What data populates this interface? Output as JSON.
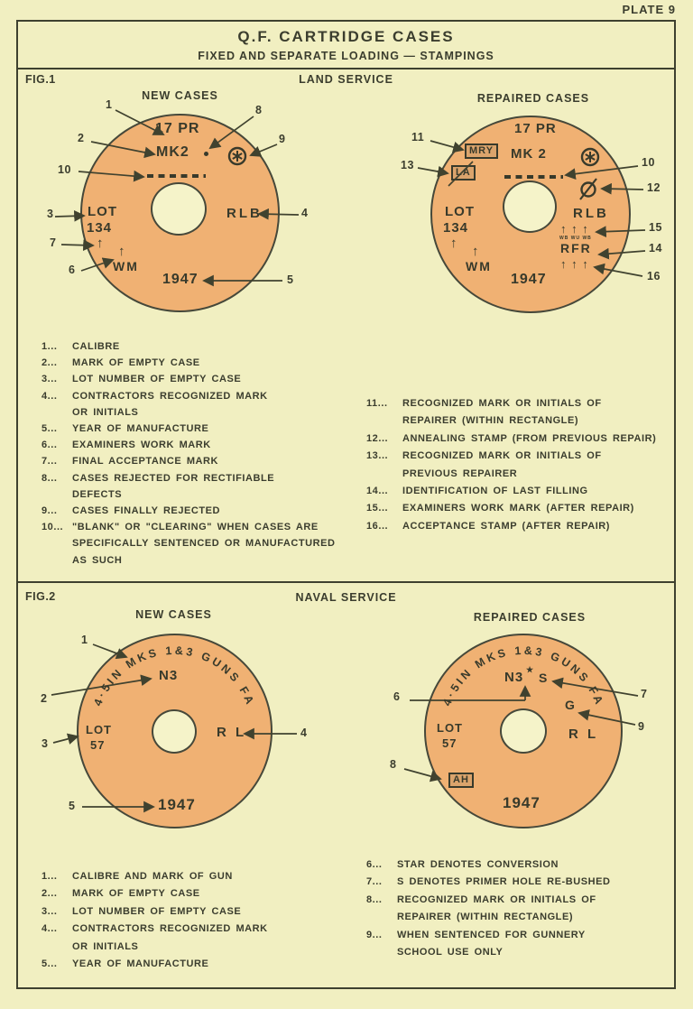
{
  "plate_label": "PLATE 9",
  "title": {
    "line1": "Q.F. CARTRIDGE  CASES",
    "line2": "FIXED AND SEPARATE LOADING   —   STAMPINGS"
  },
  "icons": {
    "finally_rejected": "circled-asterisk-stamp",
    "annealing": "slashed-circle-stamp",
    "rejected_rectifiable": "punch-dot",
    "clearing": "dashed-line"
  },
  "fig1": {
    "fig_label": "FIG.1",
    "service": "LAND SERVICE",
    "new_heading": "NEW CASES",
    "repaired_heading": "REPAIRED CASES",
    "new": {
      "calibre": "17 PR",
      "mark": "MK2",
      "lot_word": "LOT",
      "lot_num": "134",
      "contractor": "RLB",
      "broad_arrow": "↑",
      "examiner": "WM",
      "year": "1947",
      "callouts": {
        "c1": "1",
        "c2": "2",
        "c3": "3",
        "c4": "4",
        "c5": "5",
        "c6": "6",
        "c7": "7",
        "c8": "8",
        "c9": "9",
        "c10": "10"
      }
    },
    "repaired": {
      "calibre": "17 PR",
      "repairer": "MRY",
      "mark": "MK 2",
      "prev_repairer": "LA",
      "lot_word": "LOT",
      "lot_num": "134",
      "contractor": "RLB",
      "exam_arrows": "↑ ↑ ↑",
      "exam_initials": "WB WU WB",
      "filling": "RFR",
      "accept_arrows": "↑ ↑ ↑",
      "broad_arrow": "↑",
      "examiner": "WM",
      "year": "1947",
      "callouts": {
        "c10": "10",
        "c11": "11",
        "c12": "12",
        "c13": "13",
        "c14": "14",
        "c15": "15",
        "c16": "16"
      }
    },
    "legend_left": [
      {
        "num": "1...",
        "lines": [
          "CALIBRE"
        ]
      },
      {
        "num": "2...",
        "lines": [
          "MARK OF EMPTY CASE"
        ]
      },
      {
        "num": "3...",
        "lines": [
          "LOT NUMBER OF EMPTY CASE"
        ]
      },
      {
        "num": "4...",
        "lines": [
          "CONTRACTORS RECOGNIZED MARK",
          "OR INITIALS"
        ]
      },
      {
        "num": "5...",
        "lines": [
          "YEAR OF MANUFACTURE"
        ]
      },
      {
        "num": "6...",
        "lines": [
          "EXAMINERS WORK MARK"
        ]
      },
      {
        "num": "7...",
        "lines": [
          "FINAL ACCEPTANCE MARK"
        ]
      },
      {
        "num": "8...",
        "lines": [
          "CASES REJECTED FOR RECTIFIABLE",
          "DEFECTS"
        ]
      },
      {
        "num": "9...",
        "lines": [
          "CASES FINALLY REJECTED"
        ]
      },
      {
        "num": "10...",
        "lines": [
          "\"BLANK\" OR \"CLEARING\" WHEN CASES ARE",
          "SPECIFICALLY SENTENCED OR MANUFACTURED",
          "AS SUCH"
        ]
      }
    ],
    "legend_right": [
      {
        "num": "11...",
        "lines": [
          "RECOGNIZED MARK OR INITIALS OF",
          "REPAIRER (WITHIN RECTANGLE)"
        ]
      },
      {
        "num": "12...",
        "lines": [
          "ANNEALING STAMP (FROM PREVIOUS REPAIR)"
        ]
      },
      {
        "num": "13...",
        "lines": [
          "RECOGNIZED MARK OR INITIALS OF",
          "PREVIOUS REPAIRER"
        ]
      },
      {
        "num": "14...",
        "lines": [
          "IDENTIFICATION OF LAST FILLING"
        ]
      },
      {
        "num": "15...",
        "lines": [
          "EXAMINERS WORK MARK (AFTER REPAIR)"
        ]
      },
      {
        "num": "16...",
        "lines": [
          "ACCEPTANCE STAMP (AFTER REPAIR)"
        ]
      }
    ]
  },
  "fig2": {
    "fig_label": "FIG.2",
    "service": "NAVAL SERVICE",
    "new_heading": "NEW CASES",
    "repaired_heading": "REPAIRED CASES",
    "new": {
      "arc": "4·5IN MKS 1&3 GUNS FA",
      "mark": "N3",
      "lot_word": "LOT",
      "lot_num": "57",
      "contractor": "R L",
      "year": "1947",
      "callouts": {
        "c1": "1",
        "c2": "2",
        "c3": "3",
        "c4": "4",
        "c5": "5"
      }
    },
    "repaired": {
      "arc": "4·5IN MKS 1&3 GUNS FA",
      "mark": "N3",
      "star": "★",
      "s_mark": "S",
      "gunnery": "G",
      "lot_word": "LOT",
      "lot_num": "57",
      "contractor": "R L",
      "repairer": "AH",
      "year": "1947",
      "callouts": {
        "c6": "6",
        "c7": "7",
        "c8": "8",
        "c9": "9"
      }
    },
    "legend_left": [
      {
        "num": "1...",
        "lines": [
          "CALIBRE AND MARK OF GUN"
        ]
      },
      {
        "num": "2...",
        "lines": [
          "MARK OF EMPTY CASE"
        ]
      },
      {
        "num": "3...",
        "lines": [
          "LOT NUMBER OF EMPTY CASE"
        ]
      },
      {
        "num": "4...",
        "lines": [
          "CONTRACTORS RECOGNIZED MARK",
          "OR INITIALS"
        ]
      },
      {
        "num": "5...",
        "lines": [
          "YEAR OF MANUFACTURE"
        ]
      }
    ],
    "legend_right": [
      {
        "num": "6...",
        "lines": [
          "STAR DENOTES CONVERSION"
        ]
      },
      {
        "num": "7...",
        "lines": [
          "S DENOTES PRIMER HOLE RE-BUSHED"
        ]
      },
      {
        "num": "8...",
        "lines": [
          "RECOGNIZED MARK OR INITIALS OF",
          "REPAIRER (WITHIN RECTANGLE)"
        ]
      },
      {
        "num": "9...",
        "lines": [
          "WHEN SENTENCED FOR GUNNERY",
          "SCHOOL USE ONLY"
        ]
      }
    ]
  },
  "colors": {
    "background": "#f1efc1",
    "case_fill": "#f0b173",
    "ink": "#3b3d2e"
  }
}
